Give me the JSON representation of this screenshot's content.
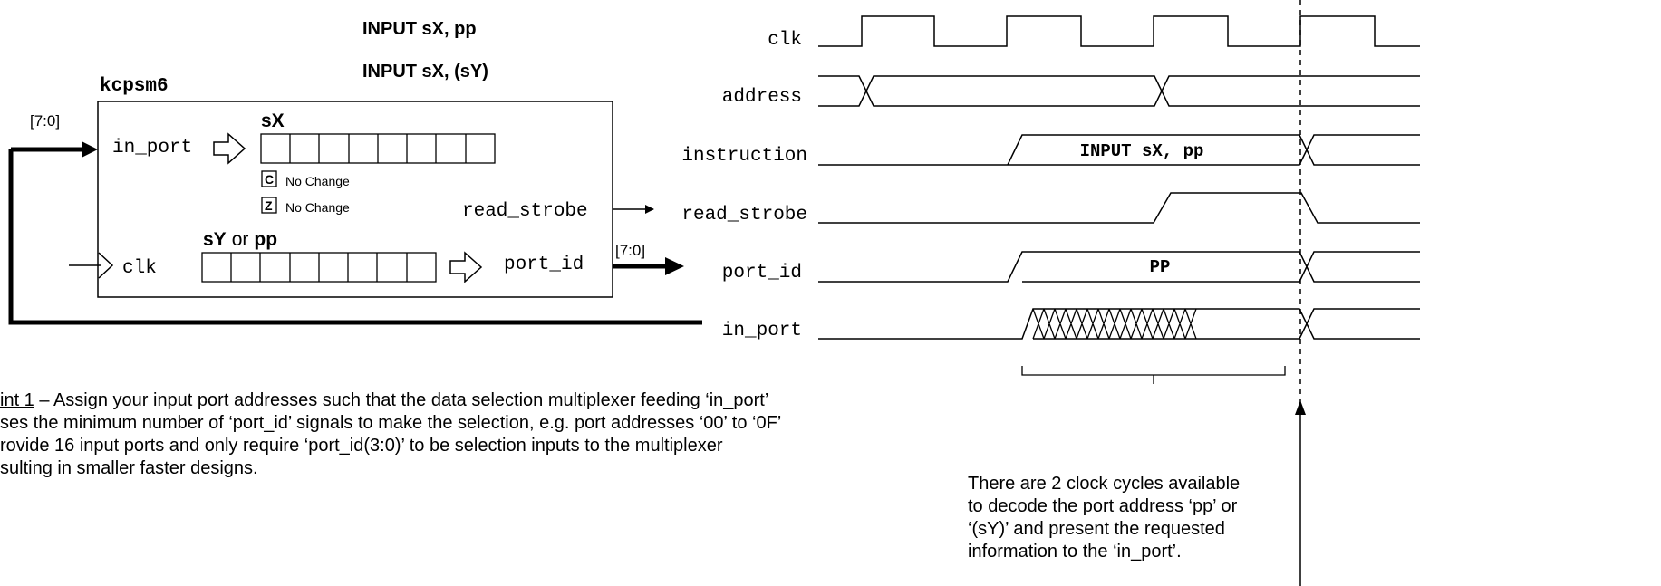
{
  "diagram": {
    "instruction_forms": [
      "INPUT sX, pp",
      "INPUT sX, (sY)"
    ],
    "block_name": "kcpsm6",
    "in_port_bus": "[7:0]",
    "port_id_bus": "[7:0]",
    "in_port_label": "in_port",
    "clk_label": "clk",
    "read_strobe_label": "read_strobe",
    "port_id_label": "port_id",
    "sx_register": "sX",
    "sy_register": "sY",
    "sy_or": "or",
    "pp_register": "pp",
    "carry_flag": "C",
    "zero_flag": "Z",
    "carry_note": "No Change",
    "zero_note": "No Change"
  },
  "timing": {
    "signals": [
      "clk",
      "address",
      "instruction",
      "read_strobe",
      "port_id",
      "in_port"
    ],
    "instruction_value": "INPUT sX, pp",
    "port_id_value": "PP"
  },
  "notes": {
    "hint_prefix": "int 1",
    "hint_lines": [
      " – Assign your input port addresses such that the data selection multiplexer feeding ‘in_port’",
      "ses the minimum number of ‘port_id’ signals to make the selection, e.g. port addresses ‘00’ to ‘0F’",
      "rovide 16 input ports and only require ‘port_id(3:0)’ to be selection inputs to the multiplexer",
      "sulting in smaller faster designs."
    ],
    "timing_note_lines": [
      "There are 2 clock cycles available",
      "to decode the port address ‘pp’ or",
      "‘(sY)’ and present the requested",
      "information to the ‘in_port’."
    ]
  }
}
